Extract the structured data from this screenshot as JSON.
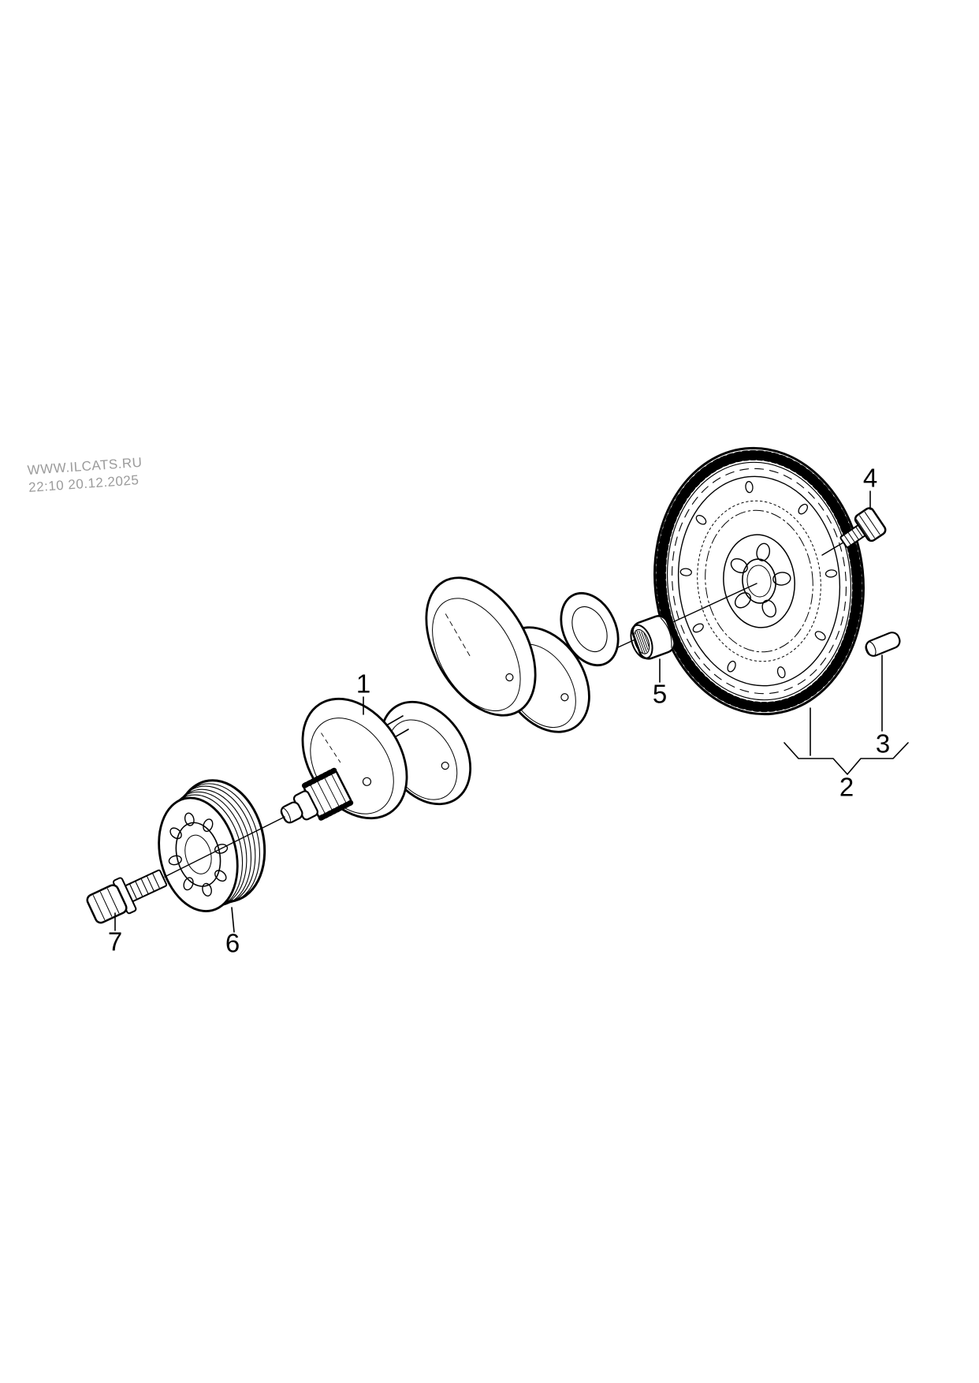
{
  "page": {
    "background": "#ffffff",
    "line_color": "#000000"
  },
  "watermark": {
    "line1": "WWW.ILCATS.RU",
    "line2": "22:10 20.12.2025",
    "color": "#9b9b9b"
  },
  "callouts": {
    "c1": {
      "number": "1",
      "part": "crankshaft"
    },
    "c2": {
      "number": "2",
      "part": "flywheel"
    },
    "c3": {
      "number": "3",
      "part": "dowel-pin"
    },
    "c4": {
      "number": "4",
      "part": "flywheel-bolt"
    },
    "c5": {
      "number": "5",
      "part": "needle-bearing"
    },
    "c6": {
      "number": "6",
      "part": "belt-pulley"
    },
    "c7": {
      "number": "7",
      "part": "pulley-bolt"
    }
  }
}
